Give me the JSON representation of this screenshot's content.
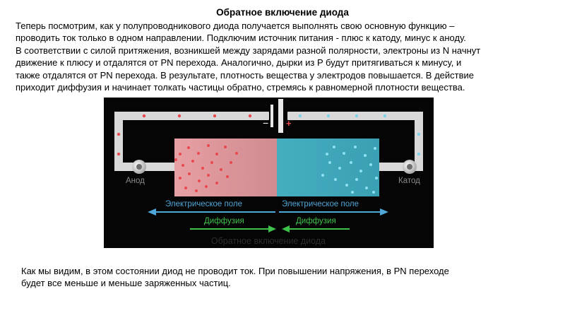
{
  "slide": {
    "title": "Обратное включение диода",
    "intro": [
      "Теперь посмотрим, как у полупроводникового диода получается выполнять свою основную функцию –",
      "проводить ток только в одном направлении. Подключим источник питания - плюс к катоду, минус к аноду.",
      "В соответствии с силой притяжения, возникшей между зарядами разной полярности, электроны из N начнут",
      "движение к плюсу и отдалятся от PN перехода. Аналогично, дырки из P будут притягиваться к минусу, и",
      "также отдалятся от PN перехода. В результате, плотность вещества у электродов повышается. В действие",
      "приходит диффузия и начинает толкать частицы обратно, стремясь к равномерной плотности вещества."
    ],
    "conclusion": [
      "Как мы видим, в этом состоянии диод не проводит ток. При повышении напряжения, в PN переходе",
      "будет все меньше и меньше заряженных частиц."
    ]
  },
  "diagram": {
    "anode_label": "Анод",
    "cathode_label": "Катод",
    "minus_sign": "−",
    "plus_sign": "+",
    "field_label_left": "Электрическое поле",
    "field_label_right": "Электрическое поле",
    "diffusion_label_left": "Диффузия",
    "diffusion_label_right": "Диффузия",
    "caption": "Обратное включение диода",
    "colors": {
      "background": "#050505",
      "wire": "#d9d9d9",
      "p_region": "#d98f93",
      "n_region": "#3fa8b8",
      "hole": "#e8494f",
      "electron": "#7fd3ea",
      "field_arrow": "#4fa6d8",
      "diffusion_arrow": "#3ec24a"
    }
  }
}
